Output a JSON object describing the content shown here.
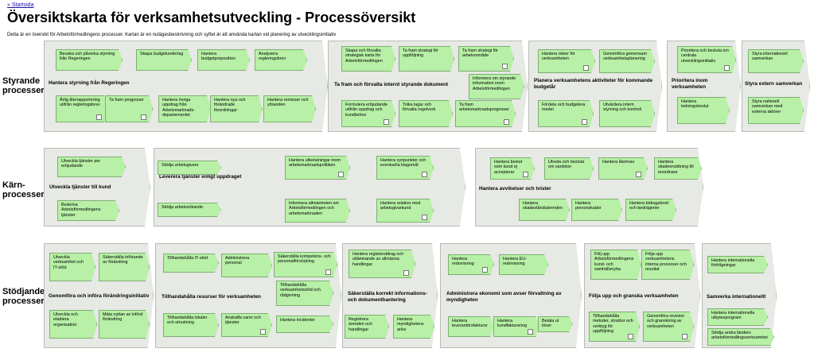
{
  "breadcrumb": "» Startsida",
  "title": "Översiktskarta för verksamhetsutveckling - Processöversikt",
  "intro": "Detta är en översikt för Arbetsförmedlingens processer. Kartan är en nulägesbeskrivning och syftet är att använda kartan vid planering av utvecklingsinitiativ",
  "lanes": {
    "styrande": "Styrande processer",
    "karn": "Kärn- processer",
    "stodjande": "Stödjande processer"
  },
  "groups": {
    "g1": "Hantera styrning från Regeringen",
    "g2": "Ta fram och förvalta internt styrande dokument",
    "g3": "Planera verksamhetens aktiviteter för kommande budgetår",
    "g4": "Prioritera inom verksamheten",
    "g5": "Styra extern samverkan",
    "g6": "Utveckla tjänster till kund",
    "g7": "Leverera tjänster enligt uppdraget",
    "g8": "Hantera avvikelser och tvister",
    "g9": "Genomföra och införa förändringsinitiativ",
    "g10": "Tillhandahålla resurser för verksamheten",
    "g11": "Säkerställa korrekt informations- och dokumenthantering",
    "g12": "Administrera ekonomi som avser förvaltning av myndigheten",
    "g13": "Följa upp och granska verksamheten",
    "g14": "Samverka internationellt"
  },
  "boxes": {
    "b1": "Bevaka och påverka styrning från Regeringen",
    "b2": "Skapa budgetunderlag",
    "b3": "Hantera budgetproposition",
    "b4": "Analysera regleringsbrev",
    "b5": "Årlig återrapportering utifrån regleringsbrev",
    "b6": "Ta fram prognoser",
    "b7": "Hantera övriga uppdrag från Arbetsmarknads-departementet",
    "b8": "Hantera nya och förändrade förordningar",
    "b9": "Hantera remisser och yttranden",
    "b10": "Skapa och förvalta strategisk karta för Arbetsförmedlingen",
    "b11": "Ta fram strategi för uppföljning",
    "b12": "Ta fram strategi för arbetsområde",
    "b13": "Informera om styrande information inom Arbetsförmedlingen",
    "b14": "Formulera erbjudande utifrån uppdrag och kundbehov",
    "b15": "Tolka lagar och förvalta regelverk",
    "b16": "Ta fram arbetsmarknadsprognoser",
    "b17": "Hantera risker för verksamheten",
    "b18": "Genomföra gemensam verksamhetsplanering",
    "b19": "Fördela och budgetera medel",
    "b20": "Utvärdera intern styrning och kontroll",
    "b21": "Prioritera och besluta om centrala utvecklingsinitiativ",
    "b22": "Hantera ledningsbeslut",
    "b23": "Styra internationell samverkan",
    "b24": "Styra nationell samverkan med externa aktörer",
    "b25": "Utveckla tjänster per erbjudande",
    "b26": "Beskriva Arbetsförmedlingens tjänster",
    "b27": "Stödja arbetsgivare",
    "b28": "Hantera utbetalningar inom arbetsmarknadspolitiken",
    "b29": "Hantera synpunkter och eventuella klagomål",
    "b30": "Stödja arbetssökande",
    "b31": "Informera allmänheten om Arbetsförmedlingen och arbetsmarknaden",
    "b32": "Hantera relation med arbetsgivarkund",
    "b33": "Hantera beslut som kund ej accepterar",
    "b34": "Utreda och besluta om sanktion",
    "b35": "Hantera återkrav",
    "b36": "Hantera skadeersättning till enordnare",
    "b37": "Hantera skadeståndsärenden",
    "b38": "Hantera personskador",
    "b39": "Hantera bidragsbrott och bedrägerier",
    "b40": "Utveckla verksamhet och IT-stöd",
    "b41": "Säkerställa införande av förändring",
    "b42": "Utveckla och etablera organisation",
    "b43": "Mäta nyttan av införd förändring",
    "b44": "Tillhandahålla IT-stöd",
    "b45": "Administrera personal",
    "b46": "Säkerställa kompetens- och personalförsörjning",
    "b47": "Tillhandahålla verksamhetsstöd och rådgivning",
    "b48": "Tillhandahålla lokaler och utrustning",
    "b49": "Anskaffa varor och tjänster",
    "b50": "Hantera incidenter",
    "b51": "Hantera registerutdrag och utlämnande av allmänna handlingar",
    "b52": "Registrera ärenden och handlingar",
    "b53": "Hantera myndighetens arkiv",
    "b54": "Hantera redovisning",
    "b55": "Hantera EU-redovisning",
    "b56": "Hantera leverantörsfakturor",
    "b57": "Hantera kundfakturering",
    "b58": "Betala ut löner",
    "b59": "Följ upp Arbetsförmedlingens kund- och samhällsnytta",
    "b60": "Följa upp verksamhetens interna processer och resultat",
    "b61": "Tillhandahålla metoder, struktur och verktyg för uppföljning",
    "b62": "Genomföra revision och granskning av verksamheten",
    "b63": "Hantera internationella förfrågningar",
    "b64": "Hantera internationella utbytesprogram",
    "b65": "Stödja andra länders arbetsförmedlingsverksamhet"
  }
}
